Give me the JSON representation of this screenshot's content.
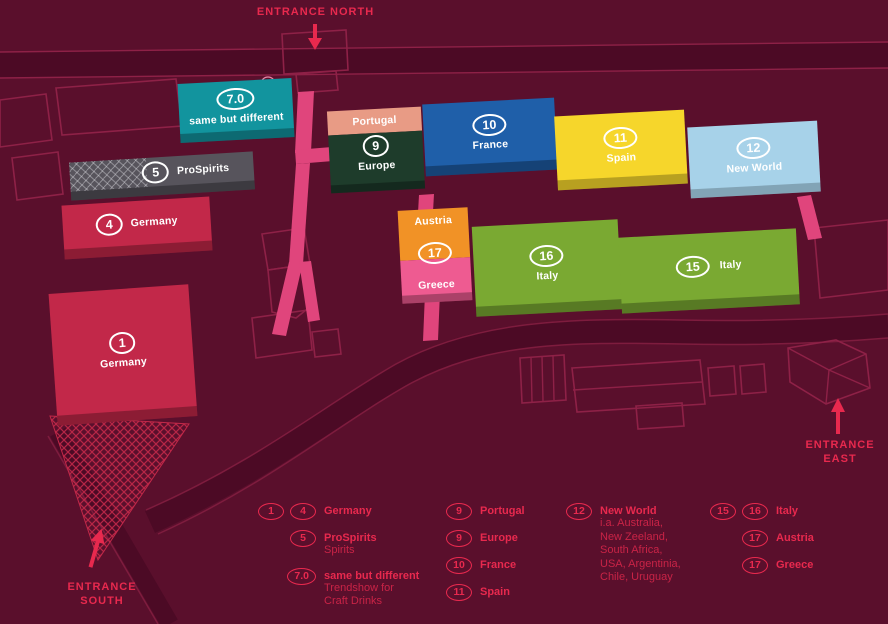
{
  "colors": {
    "background": "#5a0f2c",
    "accent_red": "#e8294e",
    "path_pink": "#e0457c",
    "outline": "#8e2147"
  },
  "map": {
    "entrances": {
      "north": "ENTRANCE NORTH",
      "east_line1": "ENTRANCE",
      "east_line2": "EAST",
      "south_line1": "ENTRANCE",
      "south_line2": "SOUTH"
    },
    "halls": {
      "h70": {
        "badge": "7.0",
        "label": "same but different",
        "color": "#12949e"
      },
      "h5": {
        "badge": "5",
        "label": "ProSpirits",
        "color": "#57545c"
      },
      "h4": {
        "badge": "4",
        "label": "Germany",
        "color": "#c22849"
      },
      "h1": {
        "badge": "1",
        "label": "Germany",
        "color": "#c22849"
      },
      "h9": {
        "badge": "9",
        "top_label": "Portugal",
        "top_color": "#e89b85",
        "bottom_label": "Europe",
        "bottom_color": "#1e3c2b"
      },
      "h10": {
        "badge": "10",
        "label": "France",
        "color": "#1f5fa9"
      },
      "h11": {
        "badge": "11",
        "label": "Spain",
        "color": "#f6d62b"
      },
      "h12": {
        "badge": "12",
        "label": "New World",
        "color": "#a7d2e9"
      },
      "h17": {
        "badge": "17",
        "top_label": "Austria",
        "top_color": "#f19226",
        "bottom_label": "Greece",
        "bottom_color": "#ee5b91"
      },
      "h16": {
        "badge": "16",
        "label": "Italy",
        "color": "#7aa932"
      },
      "h15": {
        "badge": "15",
        "label": "Italy",
        "color": "#7aa932"
      }
    }
  },
  "legend": {
    "col1": {
      "row1": {
        "badges": [
          "1",
          "4"
        ],
        "label": "Germany"
      },
      "row2": {
        "badge": "5",
        "label": "ProSpirits",
        "sub": "Spirits"
      },
      "row3": {
        "badge": "7.0",
        "label": "same but different",
        "sub_lines": [
          "Trendshow for",
          "Craft Drinks"
        ]
      }
    },
    "col2": {
      "rows": [
        {
          "badge": "9",
          "label": "Portugal"
        },
        {
          "badge": "9",
          "label": "Europe"
        },
        {
          "badge": "10",
          "label": "France"
        },
        {
          "badge": "11",
          "label": "Spain"
        }
      ]
    },
    "col3": {
      "badge": "12",
      "label": "New World",
      "sub_lines": [
        "i.a. Australia,",
        "New Zeeland,",
        "South Africa,",
        "USA, Argentinia,",
        "Chile, Uruguay"
      ]
    },
    "col4": {
      "row1": {
        "badges": [
          "15",
          "16"
        ],
        "label": "Italy"
      },
      "row2": {
        "badge": "17",
        "label": "Austria"
      },
      "row3": {
        "badge": "17",
        "label": "Greece"
      }
    }
  }
}
